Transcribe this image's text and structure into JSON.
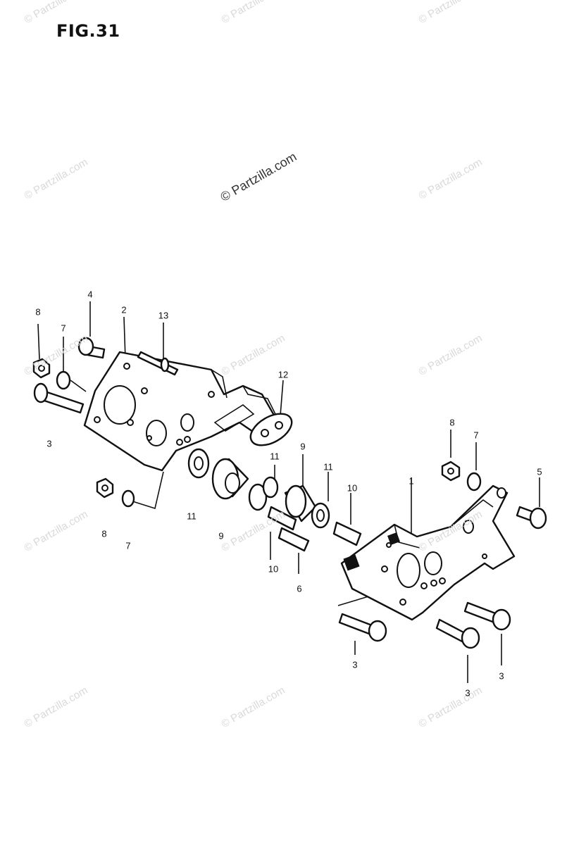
{
  "figure": {
    "title": "FIG.31"
  },
  "watermark": {
    "text": "© Partzilla.com",
    "center_text": "© Partzilla.com"
  },
  "callouts": [
    "8",
    "7",
    "3",
    "4",
    "2",
    "13",
    "12",
    "11",
    "9",
    "11",
    "9",
    "10",
    "11",
    "10",
    "6",
    "8",
    "7",
    "1",
    "8",
    "7",
    "5",
    "3",
    "3",
    "3"
  ]
}
